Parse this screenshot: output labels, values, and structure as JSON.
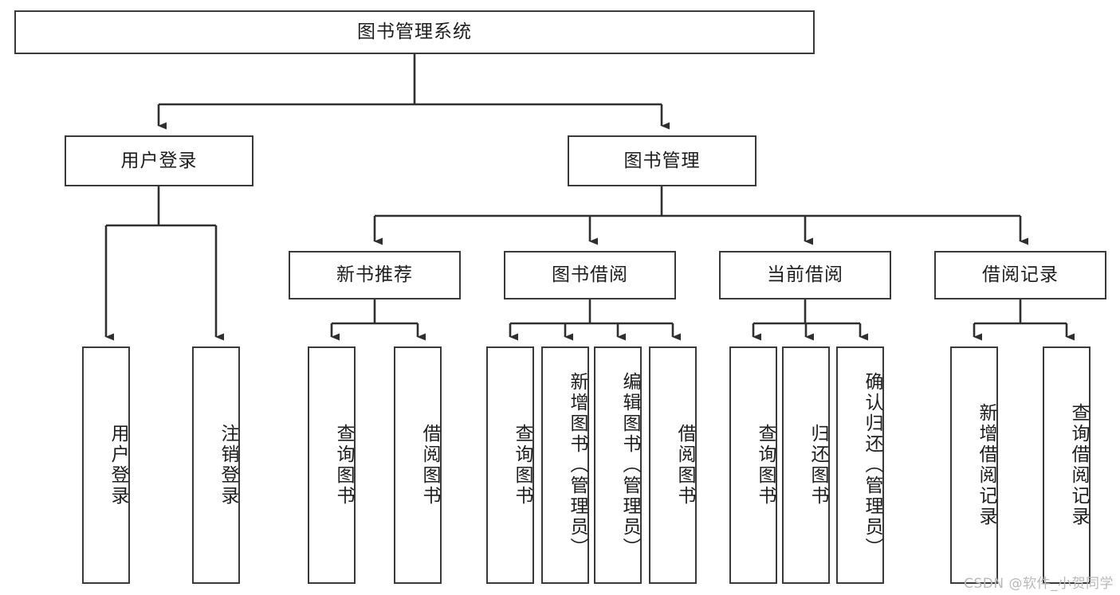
{
  "diagram": {
    "type": "tree-hierarchy",
    "title": "图书管理系统",
    "watermark": "CSDN @软件_小贺同学",
    "colors": {
      "box_border": "#3a3a3a",
      "box_fill": "#ffffff",
      "edge": "#2f2f2f",
      "text": "#1d1d1d",
      "watermark": "#b9b9b9"
    },
    "levels": {
      "root": {
        "label": "图书管理系统"
      },
      "level2": [
        {
          "id": "user-login",
          "label": "用户登录"
        },
        {
          "id": "book-management",
          "label": "图书管理"
        }
      ],
      "level3": [
        {
          "id": "new-book-recommend",
          "label": "新书推荐",
          "parent": "book-management"
        },
        {
          "id": "book-borrow",
          "label": "图书借阅",
          "parent": "book-management"
        },
        {
          "id": "current-borrow",
          "label": "当前借阅",
          "parent": "book-management"
        },
        {
          "id": "borrow-record",
          "label": "借阅记录",
          "parent": "book-management"
        }
      ],
      "leaves": {
        "user-login": [
          {
            "id": "leaf-user-login",
            "label": "用户登录"
          },
          {
            "id": "leaf-logout-login",
            "label": "注销登录"
          }
        ],
        "new-book-recommend": [
          {
            "id": "leaf-query-book-1",
            "label": "查询图书"
          },
          {
            "id": "leaf-borrow-book-1",
            "label": "借阅图书"
          }
        ],
        "book-borrow": [
          {
            "id": "leaf-query-book-2",
            "label": "查询图书"
          },
          {
            "id": "leaf-add-book",
            "label": "新增图书（管理员）"
          },
          {
            "id": "leaf-edit-book",
            "label": "编辑图书（管理员）"
          },
          {
            "id": "leaf-borrow-book-2",
            "label": "借阅图书"
          }
        ],
        "current-borrow": [
          {
            "id": "leaf-query-book-3",
            "label": "查询图书"
          },
          {
            "id": "leaf-return-book",
            "label": "归还图书"
          },
          {
            "id": "leaf-confirm-return",
            "label": "确认归还（管理员）"
          }
        ],
        "borrow-record": [
          {
            "id": "leaf-add-record",
            "label": "新增借阅记录"
          },
          {
            "id": "leaf-query-record",
            "label": "查询借阅记录"
          }
        ]
      }
    }
  }
}
